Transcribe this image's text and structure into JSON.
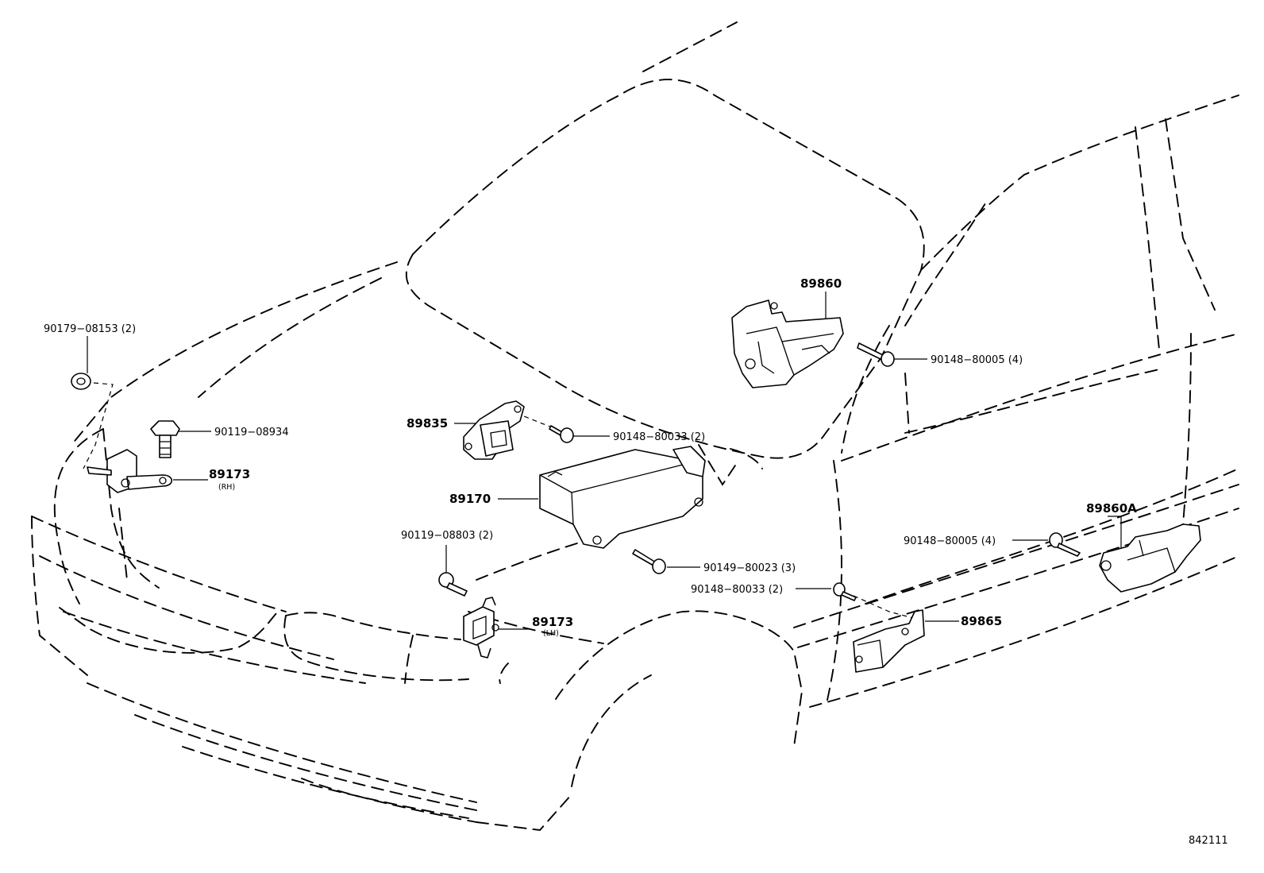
{
  "diagram_code": "842111",
  "labels": {
    "p90179": "90179−08153 (2)",
    "p90119a": "90119−08934",
    "p89173rh": "89173",
    "rh": "(RH)",
    "p89835": "89835",
    "p90148a": "90148−80033 (2)",
    "p89170": "89170",
    "p90119b": "90119−08803 (2)",
    "p90149": "90149−80023 (3)",
    "p89173lh": "89173",
    "lh": "(LH)",
    "p89860": "89860",
    "p90148b": "90148−80005 (4)",
    "p89860a": "89860A",
    "p90148c": "90148−80005 (4)",
    "p90148d": "90148−80033 (2)",
    "p89865": "89865"
  }
}
